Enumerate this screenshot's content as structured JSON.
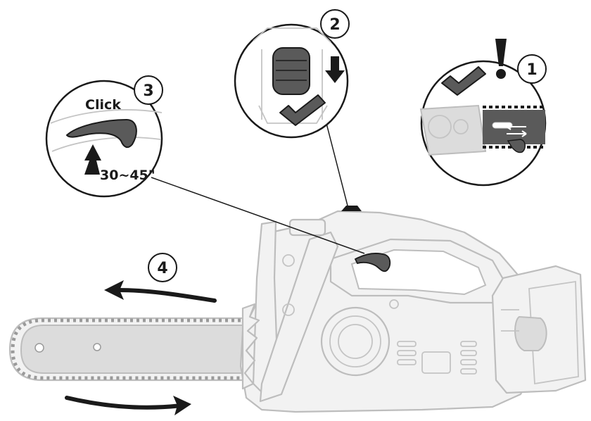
{
  "steps": [
    {
      "number": "1"
    },
    {
      "number": "2"
    },
    {
      "number": "3",
      "label": "Click",
      "angle": "30~45\""
    },
    {
      "number": "4"
    }
  ],
  "icons": [
    "warning-exclamation-icon",
    "checkmark-icon",
    "arrow-down-icon",
    "arrow-up-icon",
    "rotation-arrow-icon"
  ],
  "colors": {
    "ink": "#1a1a1a",
    "highlight": "#555555",
    "faded": "#c4c4c4"
  }
}
